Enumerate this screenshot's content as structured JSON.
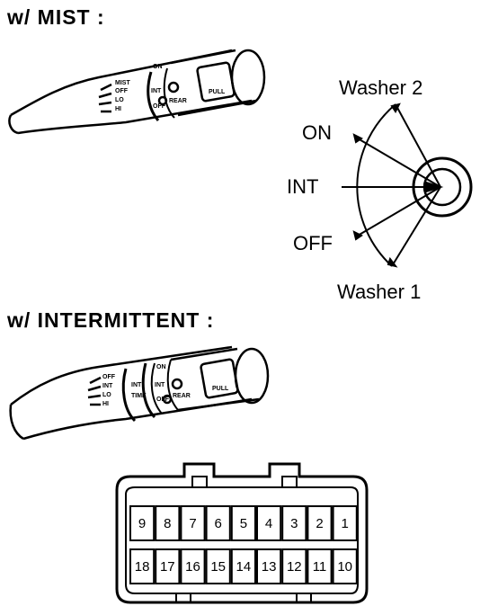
{
  "headings": {
    "mist": "w/  MIST :",
    "intermittent": "w/  INTERMITTENT :"
  },
  "mist_switch": {
    "positions": [
      "MIST",
      "OFF",
      "LO",
      "HI"
    ],
    "rear_positions": [
      "ON",
      "INT",
      "OFF"
    ],
    "rear_label": "REAR",
    "button_label": "PULL"
  },
  "intermittent_switch": {
    "positions": [
      "OFF",
      "INT",
      "LO",
      "HI"
    ],
    "ring_labels": [
      "INT",
      "TIME"
    ],
    "rear_positions": [
      "ON",
      "INT",
      "OFF"
    ],
    "rear_label": "REAR",
    "button_label": "PULL"
  },
  "rotation_diagram": {
    "labels": {
      "washer2": "Washer 2",
      "on": "ON",
      "int": "INT",
      "off": "OFF",
      "washer1": "Washer 1"
    }
  },
  "connector": {
    "top_row": [
      "9",
      "8",
      "7",
      "6",
      "5",
      "4",
      "3",
      "2",
      "1"
    ],
    "bottom_row": [
      "18",
      "17",
      "16",
      "15",
      "14",
      "13",
      "12",
      "11",
      "10"
    ]
  }
}
